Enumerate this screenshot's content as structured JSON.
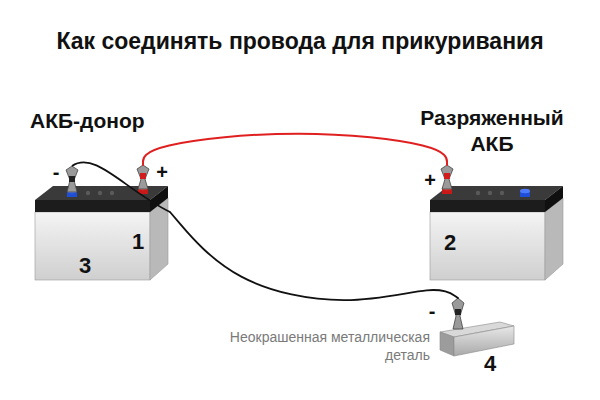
{
  "diagram": {
    "title": "Как соединять провода для прикуривания",
    "nodes": [
      {
        "text": [
          "АКБ-донор"
        ]
      },
      {
        "text": [
          "Разряженный АКБ"
        ]
      },
      {
        "text": [
          "Неокрашенная металлическая деталь"
        ]
      }
    ],
    "edges": [
      {
        "from": 0,
        "to": 1,
        "arrow": "none"
      },
      {
        "from": 0,
        "to": 2,
        "arrow": "none"
      }
    ],
    "labels": [
      "-",
      "+",
      "1",
      "3",
      "+",
      "2",
      "-",
      "4"
    ]
  }
}
